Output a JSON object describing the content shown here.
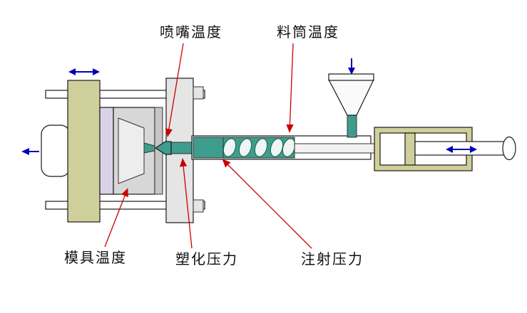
{
  "diagram": {
    "title": "injection-molding-machine-schematic",
    "labels": {
      "nozzle_temp": "喷嘴温度",
      "barrel_temp": "料筒温度",
      "mold_temp": "模具温度",
      "plasticizing_pressure": "塑化压力",
      "injection_pressure": "注射压力"
    },
    "colors": {
      "leader_line": "#cc0000",
      "motion_arrow": "#0000b4",
      "platen_fill": "#cfcf9b",
      "melt_fill": "#3e9d8d",
      "mold_plate_fill": "#d7d7d7",
      "mold_insert_fill": "#d9d3e8",
      "molded_part_fill": "#ededed",
      "barrel_fill": "#ffffff",
      "hopper_fill": "#fafafa",
      "background": "#ffffff",
      "text": "#111111"
    }
  }
}
